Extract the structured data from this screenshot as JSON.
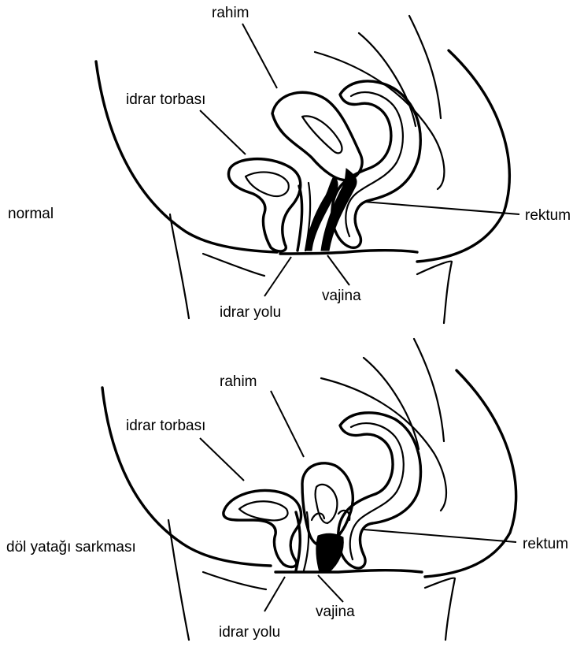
{
  "panels": [
    {
      "condition": "normal",
      "labels": {
        "uterus": "rahim",
        "bladder": "idrar torbası",
        "rectum": "rektum",
        "vagina": "vajina",
        "urethra": "idrar yolu"
      }
    },
    {
      "condition": "döl yatağı sarkması",
      "labels": {
        "uterus": "rahim",
        "bladder": "idrar torbası",
        "rectum": "rektum",
        "vagina": "vajina",
        "urethra": "idrar yolu"
      }
    }
  ]
}
